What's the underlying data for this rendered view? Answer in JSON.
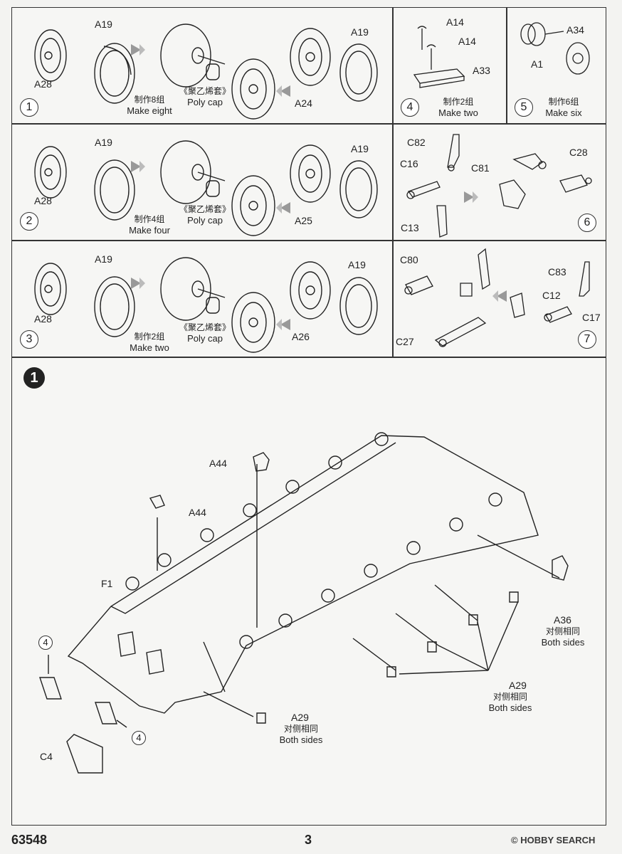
{
  "substeps": [
    {
      "number": "1",
      "parts": {
        "tire": "A19",
        "hub": "A28",
        "inner": "A24"
      },
      "cn": "制作8组",
      "en": "Make eight",
      "poly_cn": "《聚乙烯套》",
      "poly_en": "Poly cap"
    },
    {
      "number": "2",
      "parts": {
        "tire": "A19",
        "hub": "A28",
        "inner": "A25"
      },
      "cn": "制作4组",
      "en": "Make four",
      "poly_cn": "《聚乙烯套》",
      "poly_en": "Poly cap"
    },
    {
      "number": "3",
      "parts": {
        "tire": "A19",
        "hub": "A28",
        "inner": "A26"
      },
      "cn": "制作2组",
      "en": "Make two",
      "poly_cn": "《聚乙烯套》",
      "poly_en": "Poly cap"
    }
  ],
  "step4": {
    "number": "4",
    "parts": [
      "A14",
      "A14",
      "A33"
    ],
    "cn": "制作2组",
    "en": "Make two"
  },
  "step5": {
    "number": "5",
    "parts": [
      "A34",
      "A1"
    ],
    "cn": "制作6组",
    "en": "Make six"
  },
  "step6": {
    "number": "6",
    "parts": [
      "C82",
      "C16",
      "C81",
      "C28",
      "C13"
    ]
  },
  "step7": {
    "number": "7",
    "parts": [
      "C80",
      "C83",
      "C12",
      "C17",
      "C27"
    ]
  },
  "main": {
    "step": "1",
    "labels": {
      "a44_top": "A44",
      "a44_left": "A44",
      "f1": "F1",
      "a36": "A36",
      "a29_right": "A29",
      "a29_bottom": "A29",
      "c4": "C4",
      "ref4_top": "4",
      "ref4_bottom": "4"
    },
    "both_cn": "对侧相同",
    "both_en": "Both sides"
  },
  "footer": {
    "code": "63548",
    "page": "3",
    "watermark": "HOBBY SEARCH"
  }
}
